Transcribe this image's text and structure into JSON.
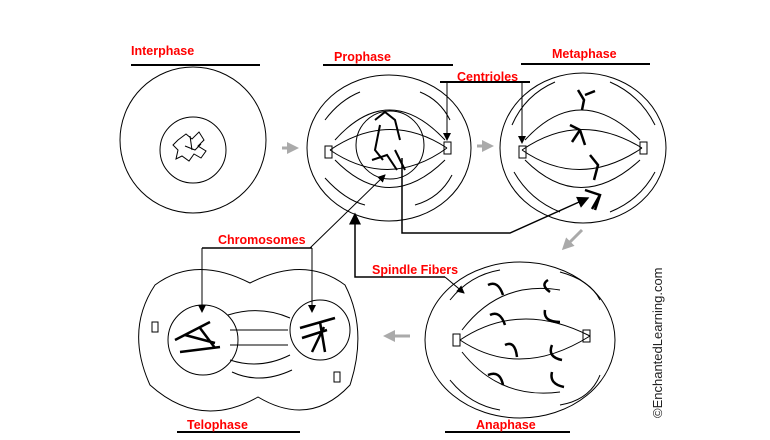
{
  "labels": {
    "interphase": "Interphase",
    "prophase": "Prophase",
    "metaphase": "Metaphase",
    "anaphase": "Anaphase",
    "telophase": "Telophase",
    "centrioles": "Centrioles",
    "chromosomes": "Chromosomes",
    "spindle_fibers": "Spindle Fibers"
  },
  "copyright": "©EnchantedLearning.com",
  "colors": {
    "label": "#ff0000",
    "arrow": "#aaaaaa",
    "line": "#000000"
  }
}
